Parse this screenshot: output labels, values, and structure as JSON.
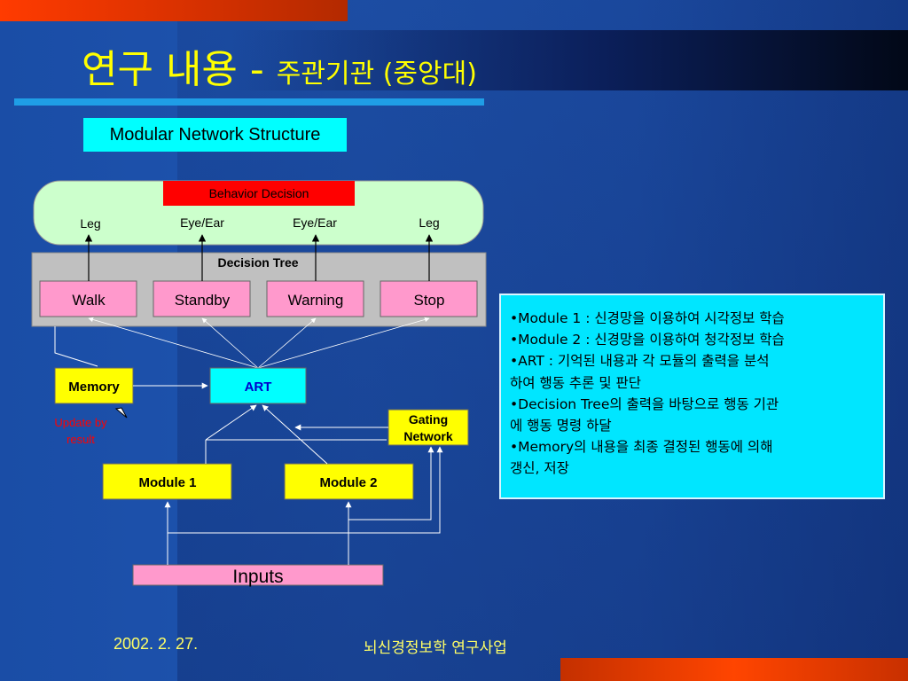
{
  "title": {
    "main": "연구 내용 - ",
    "sub": "주관기관 (중앙대)"
  },
  "section_label": "Modular Network Structure",
  "diagram": {
    "behavior_decision": "Behavior Decision",
    "outputs": [
      "Leg",
      "Eye/Ear",
      "Eye/Ear",
      "Leg"
    ],
    "decision_tree": "Decision Tree",
    "behaviors": [
      "Walk",
      "Standby",
      "Warning",
      "Stop"
    ],
    "memory": "Memory",
    "art": "ART",
    "update_note": [
      "Update by",
      "result"
    ],
    "gating_network": [
      "Gating",
      "Network"
    ],
    "module1": "Module 1",
    "module2": "Module 2",
    "inputs": "Inputs"
  },
  "info_lines": [
    "•Module 1 : 신경망을 이용하여 시각정보 학습",
    "•Module 2 : 신경망을 이용하여 청각정보 학습",
    "•ART : 기억된 내용과 각 모듈의 출력을 분석",
    "하여 행동 추론 및 판단",
    "•Decision Tree의 출력을 바탕으로 행동 기관",
    "에 행동 명령 하달",
    "•Memory의 내용을 최종 결정된 행동에 의해",
    "갱신, 저장"
  ],
  "footer": {
    "date": "2002. 2. 27.",
    "org": "뇌신경정보학 연구사업"
  },
  "colors": {
    "background": "#1f55b0",
    "title": "#ffff00",
    "cyan_box": "#00ffff",
    "pink_box": "#ff99cc",
    "yellow_box": "#ffff00",
    "red_label": "#ff0000",
    "green_panel": "#ccffcc",
    "gray_panel": "#c0c0c0"
  }
}
